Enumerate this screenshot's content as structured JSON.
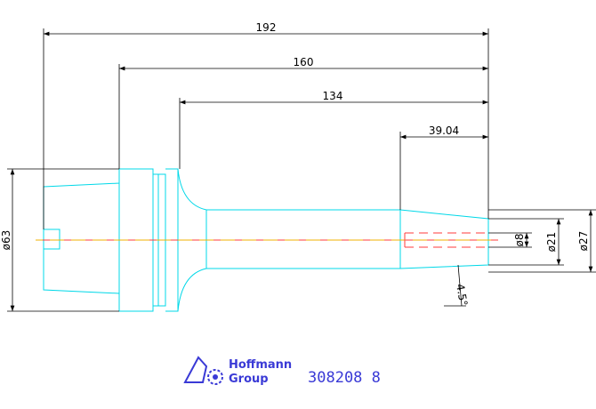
{
  "dimensions": {
    "overall_length": "192",
    "length_160": "160",
    "length_134": "134",
    "length_39": "39.04",
    "dia_63": "ø63",
    "dia_8": "ø8",
    "dia_21": "ø21",
    "dia_27": "ø27",
    "taper_angle": "4.5°"
  },
  "logo": {
    "line1": "Hoffmann",
    "line2": "Group"
  },
  "part_number": "308208  8",
  "colors": {
    "outline": "#00d8e8",
    "dimension": "#000000",
    "centerline_red": "#ff3b3b",
    "centerline_orange": "#f0b000",
    "brand": "#3a3ad6"
  }
}
